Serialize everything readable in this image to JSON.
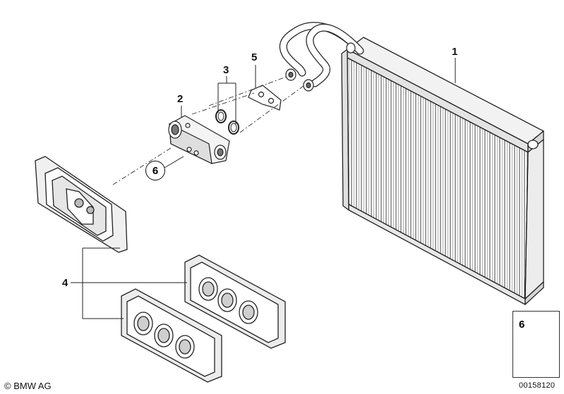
{
  "callouts": {
    "c1": "1",
    "c2": "2",
    "c3": "3",
    "c4": "4",
    "c5": "5",
    "c6": "6"
  },
  "detail": {
    "label": "6"
  },
  "footer": {
    "copyright": "© BMW AG",
    "catalog_number": "00158120"
  },
  "colors": {
    "line": "#222222",
    "fill": "#ffffff",
    "shade": "#dcdcdc",
    "dark": "#555555"
  }
}
